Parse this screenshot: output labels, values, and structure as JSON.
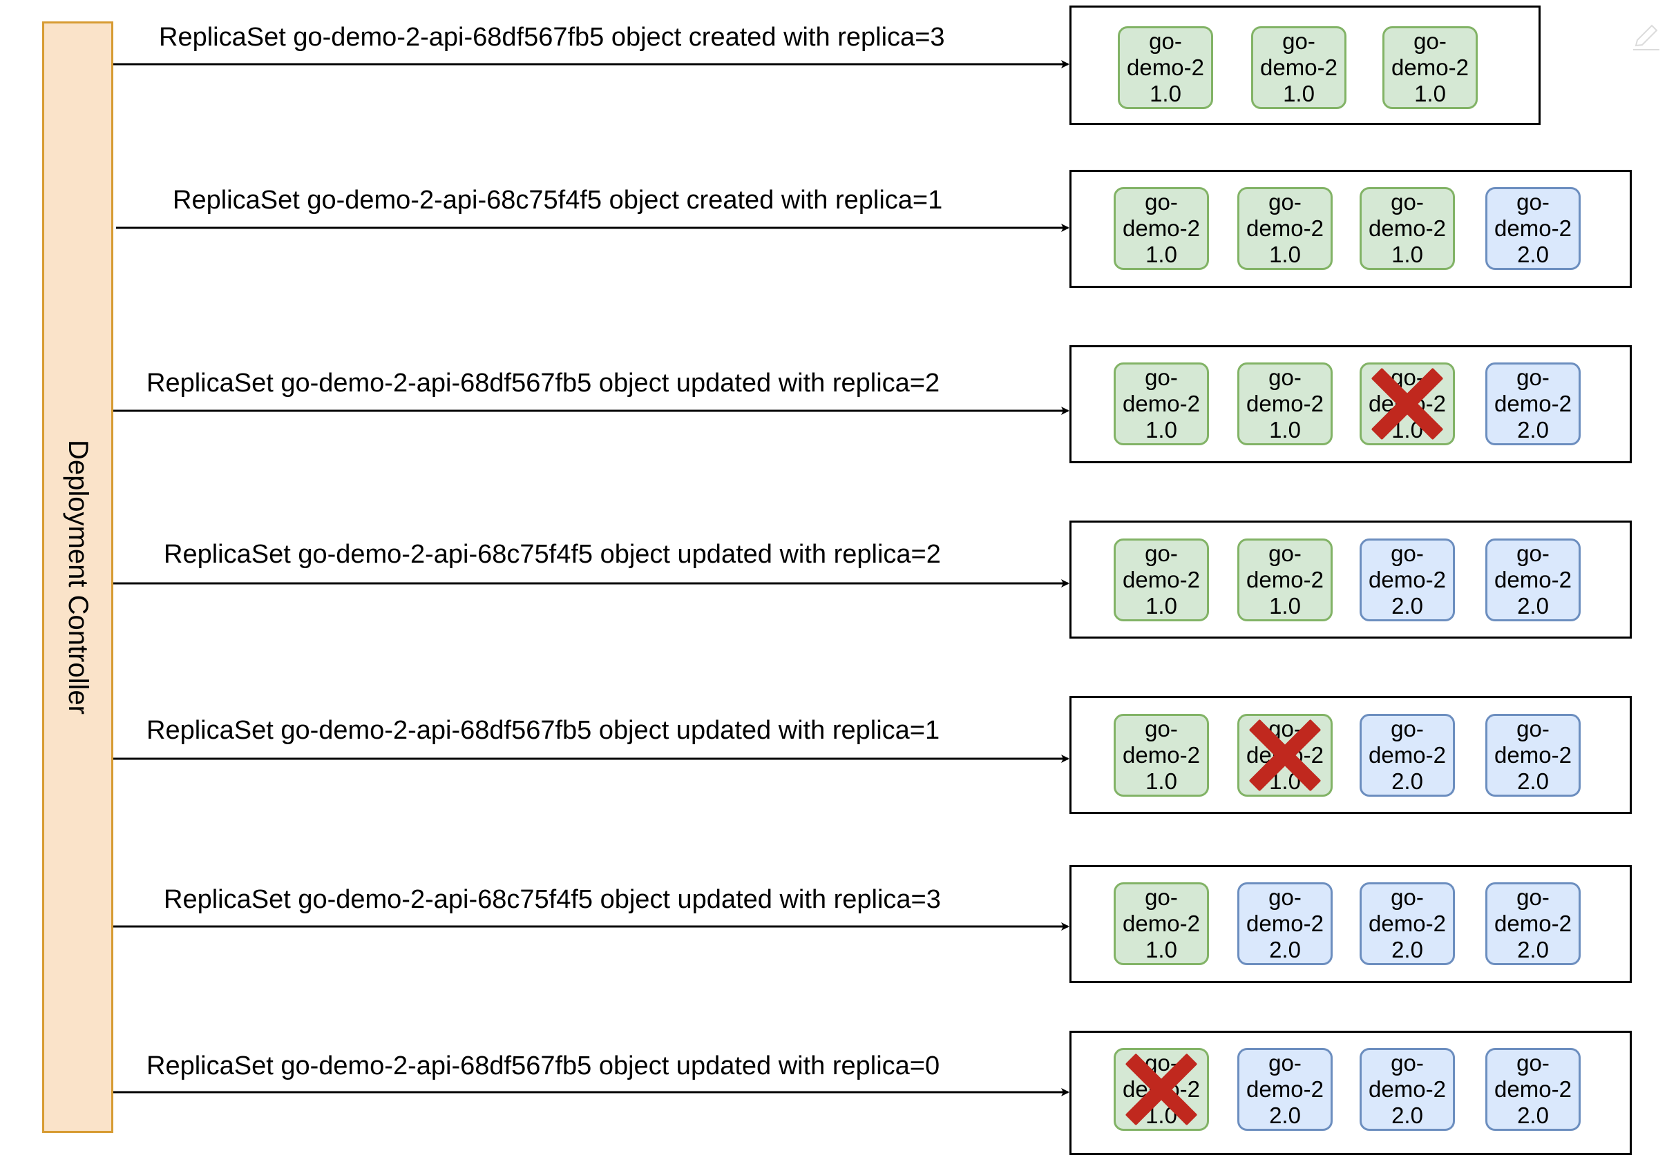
{
  "controller": {
    "label": "Deployment Controller"
  },
  "pod_line1": "go-",
  "pod_line2": "demo-2",
  "colors": {
    "controller_fill": "#fae3c9",
    "controller_stroke": "#d79b32",
    "pod_v1_fill": "#d5e8d4",
    "pod_v1_stroke": "#82b366",
    "pod_v2_fill": "#dae8fc",
    "pod_v2_stroke": "#6c8ebf",
    "deleted_mark": "#c0281e"
  },
  "events": [
    {
      "label": "ReplicaSet go-demo-2-api-68df567fb5 object created with replica=3",
      "pods": [
        {
          "version": "1.0",
          "deleted": false
        },
        {
          "version": "1.0",
          "deleted": false
        },
        {
          "version": "1.0",
          "deleted": false
        }
      ]
    },
    {
      "label": "ReplicaSet go-demo-2-api-68c75f4f5 object created with replica=1",
      "pods": [
        {
          "version": "1.0",
          "deleted": false
        },
        {
          "version": "1.0",
          "deleted": false
        },
        {
          "version": "1.0",
          "deleted": false
        },
        {
          "version": "2.0",
          "deleted": false
        }
      ]
    },
    {
      "label": "ReplicaSet go-demo-2-api-68df567fb5 object updated with replica=2",
      "pods": [
        {
          "version": "1.0",
          "deleted": false
        },
        {
          "version": "1.0",
          "deleted": false
        },
        {
          "version": "1.0",
          "deleted": true
        },
        {
          "version": "2.0",
          "deleted": false
        }
      ]
    },
    {
      "label": "ReplicaSet go-demo-2-api-68c75f4f5 object updated with replica=2",
      "pods": [
        {
          "version": "1.0",
          "deleted": false
        },
        {
          "version": "1.0",
          "deleted": false
        },
        {
          "version": "2.0",
          "deleted": false
        },
        {
          "version": "2.0",
          "deleted": false
        }
      ]
    },
    {
      "label": "ReplicaSet go-demo-2-api-68df567fb5 object updated with replica=1",
      "pods": [
        {
          "version": "1.0",
          "deleted": false
        },
        {
          "version": "1.0",
          "deleted": true
        },
        {
          "version": "2.0",
          "deleted": false
        },
        {
          "version": "2.0",
          "deleted": false
        }
      ]
    },
    {
      "label": "ReplicaSet go-demo-2-api-68c75f4f5 object updated with replica=3",
      "pods": [
        {
          "version": "1.0",
          "deleted": false
        },
        {
          "version": "2.0",
          "deleted": false
        },
        {
          "version": "2.0",
          "deleted": false
        },
        {
          "version": "2.0",
          "deleted": false
        }
      ]
    },
    {
      "label": "ReplicaSet go-demo-2-api-68df567fb5 object updated with replica=0",
      "pods": [
        {
          "version": "1.0",
          "deleted": true
        },
        {
          "version": "2.0",
          "deleted": false
        },
        {
          "version": "2.0",
          "deleted": false
        },
        {
          "version": "2.0",
          "deleted": false
        }
      ]
    }
  ]
}
